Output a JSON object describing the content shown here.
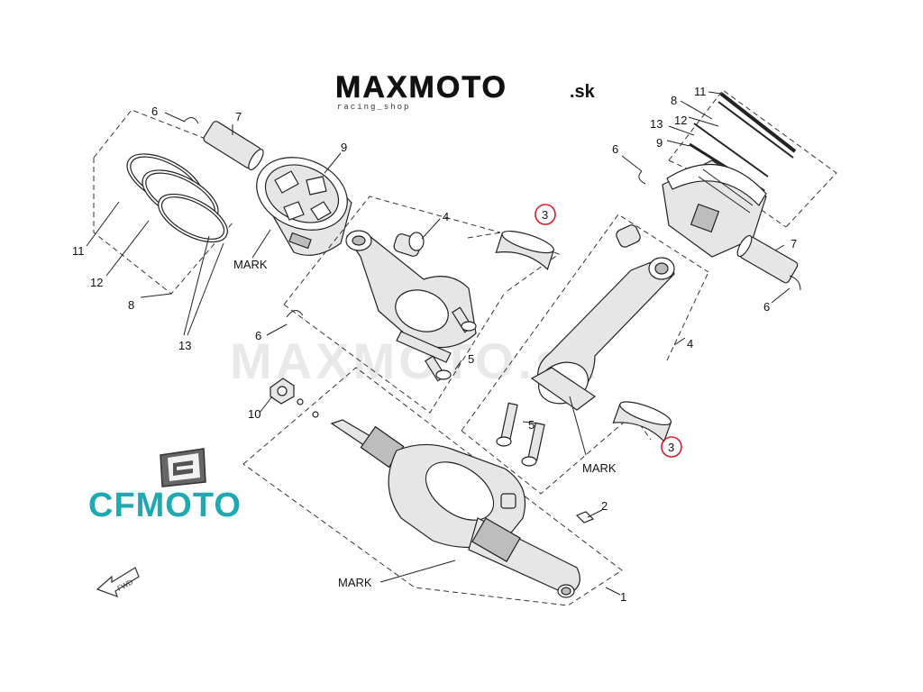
{
  "brand": {
    "maxmoto_logo": "MAXMOTO",
    "maxmoto_suffix": ".sk",
    "maxmoto_tagline": "racing_shop",
    "cfmoto_logo": "CFMOTO",
    "cfmoto_color": "#1fa9b0",
    "maxmoto_x_color": "#cc1f2b"
  },
  "fwd_label": "FWD",
  "highlight_color": "#cc1f2b",
  "callouts": {
    "p1": "1",
    "p2": "2",
    "p3a": "3",
    "p3b": "3",
    "p4a": "4",
    "p4b": "4",
    "p5a": "5",
    "p5b": "5",
    "p6a": "6",
    "p6b": "6",
    "p6c": "6",
    "p6d": "6",
    "p7a": "7",
    "p7b": "7",
    "p8a": "8",
    "p8b": "8",
    "p9a": "9",
    "p9b": "9",
    "p10": "10",
    "p11a": "11",
    "p11b": "11",
    "p12a": "12",
    "p12b": "12",
    "p13a": "13",
    "p13b": "13",
    "mark1": "MARK",
    "mark2": "MARK",
    "mark3": "MARK"
  }
}
